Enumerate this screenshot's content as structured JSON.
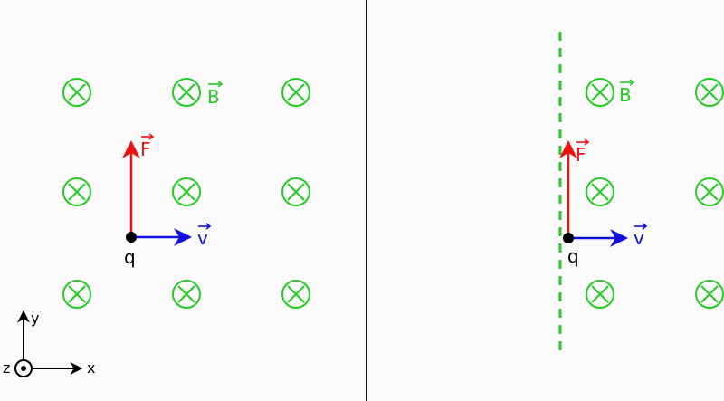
{
  "colors": {
    "field": "#22cc22",
    "force": "#ee1111",
    "velocity": "#1111dd",
    "charge": "#000000",
    "divider": "#111111"
  },
  "icons": {
    "field_symbol": "circle-cross-icon",
    "axis_out_of_page": "circle-dot-icon"
  },
  "left_panel": {
    "field_label": "B",
    "force_label": "F",
    "velocity_label": "v",
    "charge_label": "q"
  },
  "right_panel": {
    "field_label": "B",
    "force_label": "F",
    "velocity_label": "v",
    "charge_label": "q"
  },
  "axes": {
    "x_label": "x",
    "y_label": "y",
    "z_label": "z"
  }
}
